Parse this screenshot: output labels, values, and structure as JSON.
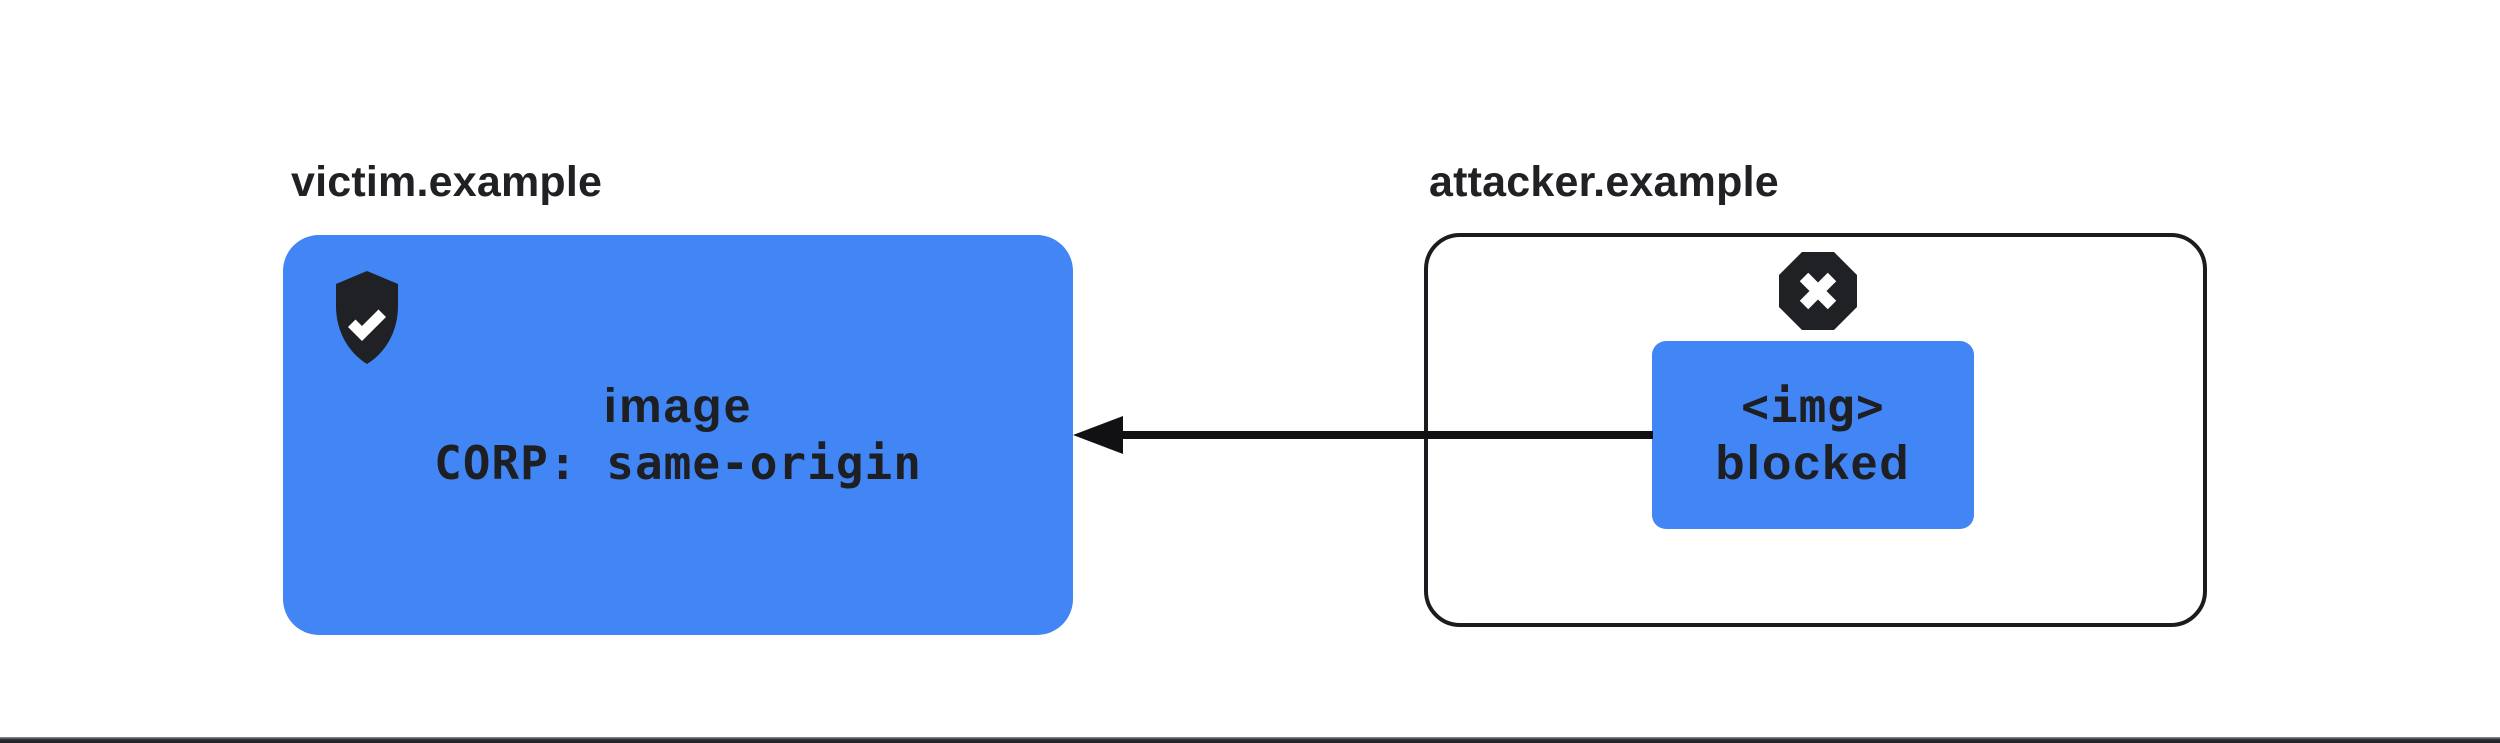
{
  "colors": {
    "accent_blue": "#4285F4",
    "ink": "#202124",
    "arrow_black": "#111114"
  },
  "victim": {
    "label": "victim.example",
    "icon": "shield-check",
    "card_lines": {
      "resource": "image",
      "policy": "CORP: same-origin"
    }
  },
  "attacker": {
    "label": "attacker.example",
    "icon": "blocked-cross-octagon",
    "request_lines": {
      "code": "<img>",
      "status": "blocked"
    }
  },
  "arrow": {
    "direction": "right-to-left"
  }
}
